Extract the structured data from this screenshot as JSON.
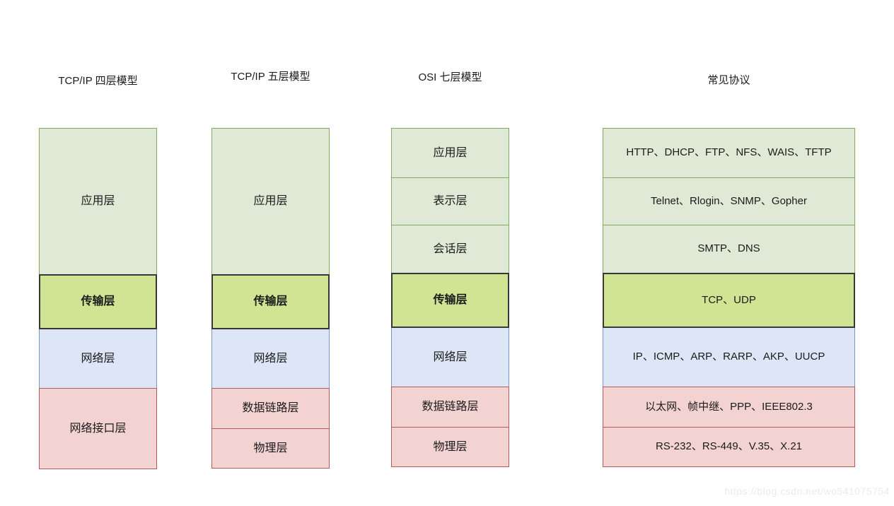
{
  "colors": {
    "green_fill": "#dfe9d6",
    "green_border": "#84aa62",
    "yellow_fill": "#d0e493",
    "dark_border": "#373737",
    "blue_fill": "#dce6f7",
    "blue_border": "#7c95c4",
    "pink_fill": "#f2d3d1",
    "pink_border": "#b4595c",
    "text": "#1b1b1b",
    "watermark": "#ebebeb"
  },
  "watermark": "https://blog.csdn.net/wo541075754",
  "columns": [
    {
      "kind": "model",
      "header": "TCP/IP 四层模型",
      "cells": [
        {
          "label": "应用层",
          "type": "green",
          "span": 3
        },
        {
          "label": "传输层",
          "type": "yellow",
          "span": 1
        },
        {
          "label": "网络层",
          "type": "blue",
          "span": 1
        },
        {
          "label": "网络接口层",
          "type": "pink",
          "span": 2
        }
      ]
    },
    {
      "kind": "model",
      "header": "TCP/IP 五层模型",
      "cells": [
        {
          "label": "应用层",
          "type": "green",
          "span": 3
        },
        {
          "label": "传输层",
          "type": "yellow",
          "span": 1
        },
        {
          "label": "网络层",
          "type": "blue",
          "span": 1
        },
        {
          "label": "数据链路层",
          "type": "pink",
          "span": 1
        },
        {
          "label": "物理层",
          "type": "pink",
          "span": 1
        }
      ]
    },
    {
      "kind": "model",
      "header": "OSI 七层模型",
      "cells": [
        {
          "label": "应用层",
          "type": "green",
          "span": 1
        },
        {
          "label": "表示层",
          "type": "green",
          "span": 1
        },
        {
          "label": "会话层",
          "type": "green",
          "span": 1
        },
        {
          "label": "传输层",
          "type": "yellow",
          "span": 1
        },
        {
          "label": "网络层",
          "type": "blue",
          "span": 1
        },
        {
          "label": "数据链路层",
          "type": "pink",
          "span": 1
        },
        {
          "label": "物理层",
          "type": "pink",
          "span": 1
        }
      ]
    },
    {
      "kind": "protocols",
      "header": "常见协议",
      "cells": [
        {
          "label": "HTTP、DHCP、FTP、NFS、WAIS、TFTP",
          "type": "green",
          "span": 1
        },
        {
          "label": "Telnet、Rlogin、SNMP、Gopher",
          "type": "green",
          "span": 1
        },
        {
          "label": "SMTP、DNS",
          "type": "green",
          "span": 1
        },
        {
          "label": "TCP、UDP",
          "type": "yellow",
          "span": 1
        },
        {
          "label": "IP、ICMP、ARP、RARP、AKP、UUCP",
          "type": "blue",
          "span": 1
        },
        {
          "label": "以太网、帧中继、PPP、IEEE802.3",
          "type": "pink",
          "span": 1
        },
        {
          "label": "RS-232、RS-449、V.35、X.21",
          "type": "pink",
          "span": 1
        }
      ]
    }
  ]
}
